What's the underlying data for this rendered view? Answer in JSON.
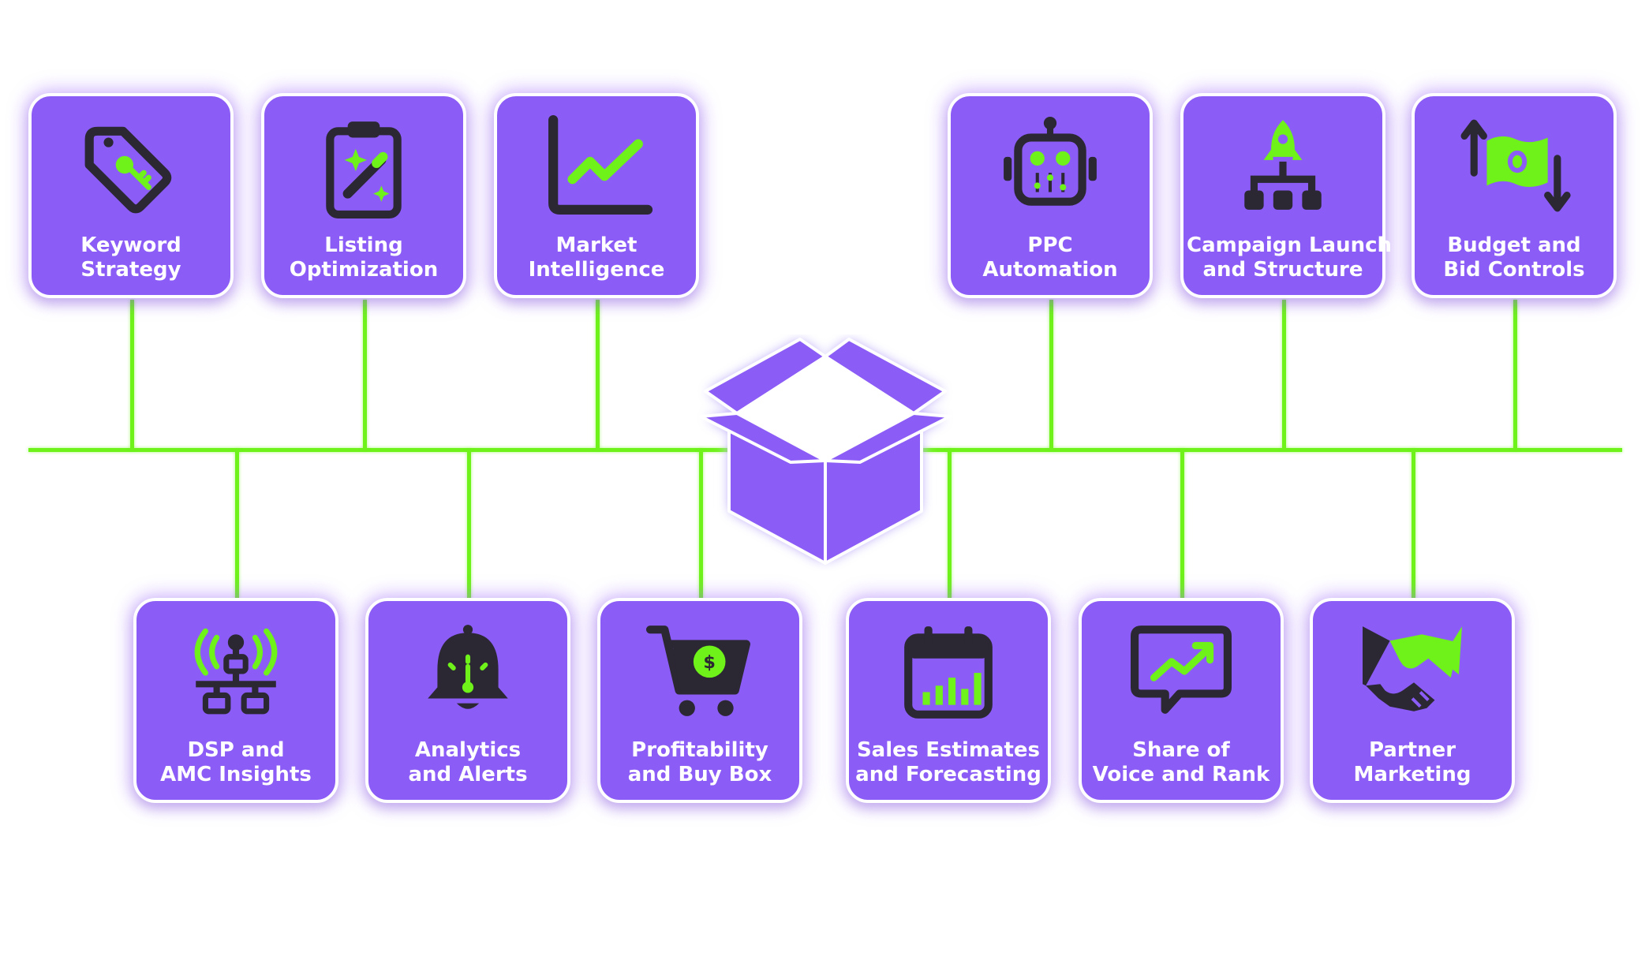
{
  "colors": {
    "card_fill": "#8b5cf6",
    "card_border": "#ffffff",
    "connector": "#6ef21a",
    "icon_dark": "#2b2733",
    "icon_accent": "#6ef21a"
  },
  "top_cards": [
    {
      "id": "keyword-strategy",
      "icon": "key-tag-icon",
      "line1": "Keyword",
      "line2": "Strategy"
    },
    {
      "id": "listing-optimization",
      "icon": "clipboard-magic-wand-icon",
      "line1": "Listing",
      "line2": "Optimization"
    },
    {
      "id": "market-intelligence",
      "icon": "trend-line-chart-icon",
      "line1": "Market",
      "line2": "Intelligence"
    },
    {
      "id": "ppc-automation",
      "icon": "robot-icon",
      "line1": "PPC",
      "line2": "Automation"
    },
    {
      "id": "campaign-launch",
      "icon": "rocket-hierarchy-icon",
      "line1": "Campaign Launch",
      "line2": "and Structure"
    },
    {
      "id": "budget-bid-controls",
      "icon": "money-arrows-icon",
      "line1": "Budget and",
      "line2": "Bid Controls"
    }
  ],
  "bottom_cards": [
    {
      "id": "dsp-amc-insights",
      "icon": "network-signal-icon",
      "line1": "DSP and",
      "line2": "AMC Insights"
    },
    {
      "id": "analytics-alerts",
      "icon": "bell-gauge-icon",
      "line1": "Analytics",
      "line2": "and Alerts"
    },
    {
      "id": "profitability-buy-box",
      "icon": "shopping-cart-dollar-icon",
      "line1": "Profitability",
      "line2": "and Buy Box"
    },
    {
      "id": "sales-forecasting",
      "icon": "calendar-bar-chart-icon",
      "line1": "Sales Estimates",
      "line2": "and Forecasting"
    },
    {
      "id": "share-of-voice",
      "icon": "chat-trend-icon",
      "line1": "Share of",
      "line2": "Voice and Rank"
    },
    {
      "id": "partner-marketing",
      "icon": "handshake-icon",
      "line1": "Partner",
      "line2": "Marketing"
    }
  ],
  "center": {
    "icon": "open-box-icon"
  }
}
